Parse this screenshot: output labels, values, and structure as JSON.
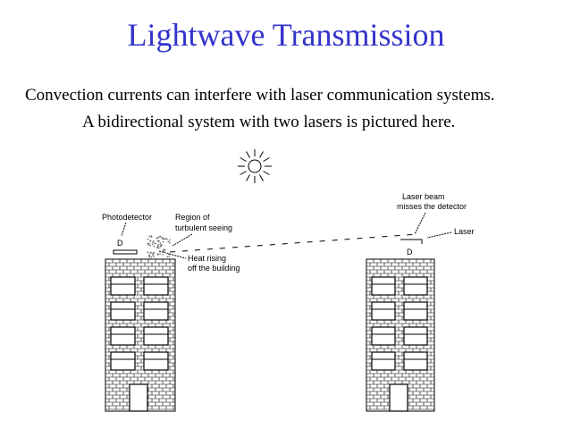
{
  "title": "Lightwave Transmission",
  "text": [
    "Convection currents can interfere with laser communication systems.",
    "A bidirectional system with two lasers is pictured here."
  ],
  "diagram": {
    "labels": {
      "photodetector": "Photodetector",
      "region_1": "Region of",
      "region_2": "turbulent seeing",
      "heat_1": "Heat rising",
      "heat_2": "off the building",
      "beam_1": "Laser beam",
      "beam_2": "misses the detector",
      "laser": "Laser",
      "detector_left": "D",
      "detector_right": "D"
    }
  }
}
